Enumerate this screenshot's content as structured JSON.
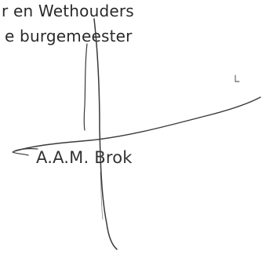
{
  "document": {
    "line1": "r en Wethouders",
    "line2": "e burgemeester",
    "signatory_name": "A.A.M. Brok"
  },
  "signature": {
    "ink_color": "#3a3a3a"
  }
}
